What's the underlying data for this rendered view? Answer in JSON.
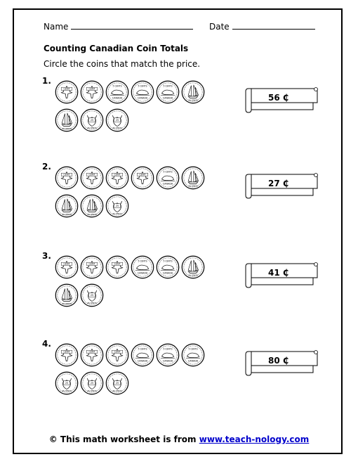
{
  "header": {
    "name_label": "Name",
    "date_label": "Date"
  },
  "title": "Counting Canadian Coin Totals",
  "instructions": "Circle the coins that match the price.",
  "problems": [
    {
      "number": "1.",
      "price": "56 ₵",
      "rows": [
        [
          "penny",
          "penny",
          "nickel",
          "nickel",
          "nickel",
          "dime"
        ],
        [
          "dime",
          "quarter",
          "quarter"
        ]
      ]
    },
    {
      "number": "2.",
      "price": "27 ₵",
      "rows": [
        [
          "penny",
          "penny",
          "penny",
          "penny",
          "nickel",
          "dime"
        ],
        [
          "dime",
          "dime",
          "quarter"
        ]
      ]
    },
    {
      "number": "3.",
      "price": "41 ₵",
      "rows": [
        [
          "penny",
          "penny",
          "penny",
          "nickel",
          "nickel",
          "dime"
        ],
        [
          "dime",
          "quarter"
        ]
      ]
    },
    {
      "number": "4.",
      "price": "80 ₵",
      "rows": [
        [
          "penny",
          "penny",
          "penny",
          "nickel",
          "nickel",
          "nickel"
        ],
        [
          "quarter",
          "quarter",
          "quarter"
        ]
      ]
    }
  ],
  "coin_labels": {
    "penny": "CENT",
    "nickel": "5 CENTS",
    "dime": "10 CENTS",
    "quarter": "25 CENTS",
    "country": "CANADA"
  },
  "footer": {
    "text": "© This math worksheet is from ",
    "link": "www.teach-nology.com"
  }
}
